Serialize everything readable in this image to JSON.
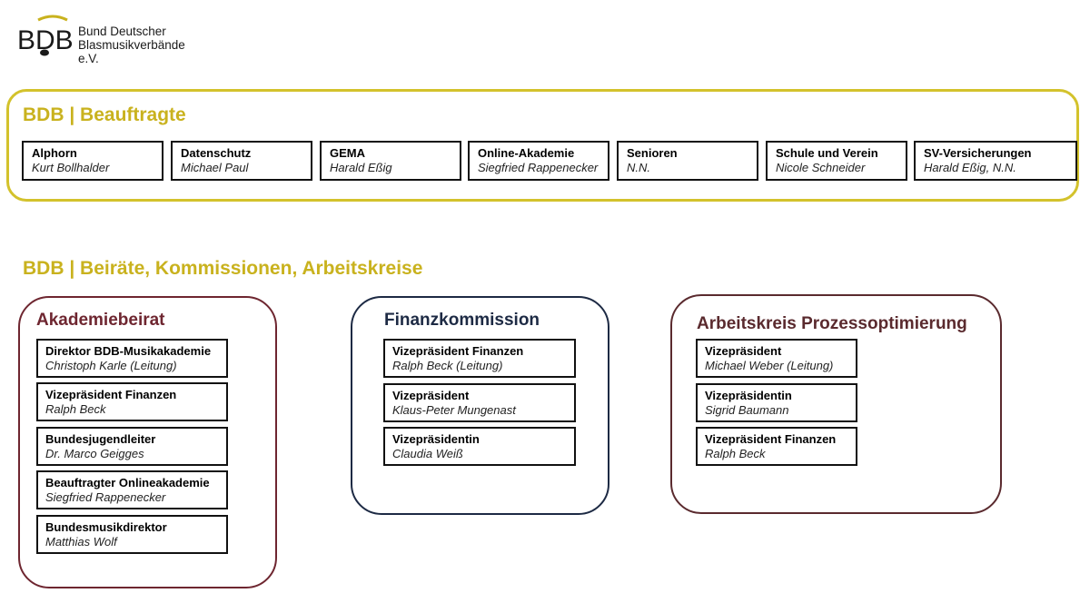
{
  "logo": {
    "mark": "BDB",
    "line1": "Bund Deutscher",
    "line2": "Blasmusikverbände e.V."
  },
  "colors": {
    "gold": "#c9b21e",
    "burgundy": "#6e2630",
    "navy": "#1d2a44",
    "brown": "#5a2a2e"
  },
  "beauftragte": {
    "title": "BDB | Beauftragte",
    "items": [
      {
        "role": "Alphorn",
        "name": "Kurt Bollhalder"
      },
      {
        "role": "Datenschutz",
        "name": "Michael Paul"
      },
      {
        "role": "GEMA",
        "name": "Harald Eßig"
      },
      {
        "role": "Online-Akademie",
        "name": "Siegfried Rappenecker"
      },
      {
        "role": "Senioren",
        "name": "N.N."
      },
      {
        "role": "Schule und Verein",
        "name": "Nicole Schneider"
      },
      {
        "role": "SV-Versicherungen",
        "name": "Harald Eßig, N.N."
      }
    ]
  },
  "gremien": {
    "title": "BDB | Beiräte, Kommissionen, Arbeitskreise",
    "groups": [
      {
        "title": "Akademiebeirat",
        "members": [
          {
            "role": "Direktor BDB-Musikakademie",
            "name": "Christoph Karle (Leitung)"
          },
          {
            "role": "Vizepräsident Finanzen",
            "name": "Ralph Beck"
          },
          {
            "role": "Bundesjugendleiter",
            "name": "Dr. Marco Geigges"
          },
          {
            "role": "Beauftragter Onlineakademie",
            "name": "Siegfried Rappenecker"
          },
          {
            "role": "Bundesmusikdirektor",
            "name": "Matthias Wolf"
          }
        ]
      },
      {
        "title": "Finanzkommission",
        "members": [
          {
            "role": "Vizepräsident Finanzen",
            "name": "Ralph Beck (Leitung)"
          },
          {
            "role": "Vizepräsident",
            "name": "Klaus-Peter Mungenast"
          },
          {
            "role": "Vizepräsidentin",
            "name": "Claudia Weiß"
          }
        ]
      },
      {
        "title": "Arbeitskreis Prozessoptimierung",
        "members": [
          {
            "role": "Vizepräsident",
            "name": "Michael Weber (Leitung)"
          },
          {
            "role": "Vizepräsidentin",
            "name": "Sigrid Baumann"
          },
          {
            "role": "Vizepräsident Finanzen",
            "name": "Ralph Beck"
          }
        ]
      }
    ]
  }
}
